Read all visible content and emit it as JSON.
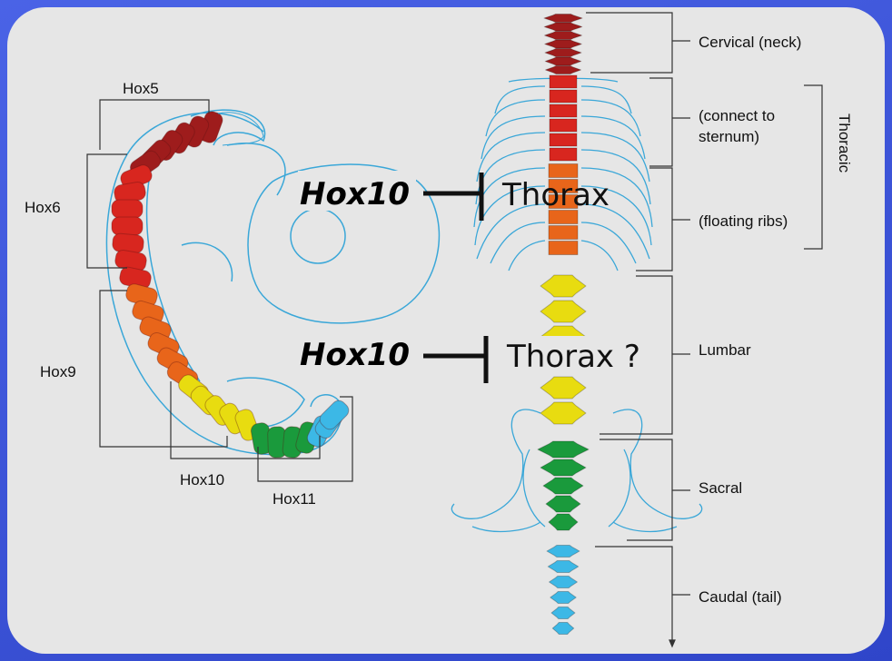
{
  "embryo_labels": {
    "hox5": "Hox5",
    "hox6": "Hox6",
    "hox9": "Hox9",
    "hox10": "Hox10",
    "hox11": "Hox11"
  },
  "repression": [
    {
      "gene": "Hox10",
      "target": "Thorax"
    },
    {
      "gene": "Hox10",
      "target": "Thorax ?"
    }
  ],
  "spine_regions": {
    "cervical": "Cervical (neck)",
    "connect_line1": "(connect to",
    "connect_line2": "sternum)",
    "floating": "(floating ribs)",
    "thoracic": "Thoracic",
    "lumbar": "Lumbar",
    "sacral": "Sacral",
    "caudal": "Caudal (tail)"
  },
  "colors": {
    "background": "#3f57dd",
    "panel": "#e6e6e6",
    "cervical": "#9e1c1c",
    "thoracic_upper": "#d8261f",
    "thoracic_lower": "#e8651a",
    "lumbar": "#e8dc10",
    "sacral": "#1a9a3c",
    "caudal": "#3cb8e6",
    "outline": "#3aa7d8"
  }
}
